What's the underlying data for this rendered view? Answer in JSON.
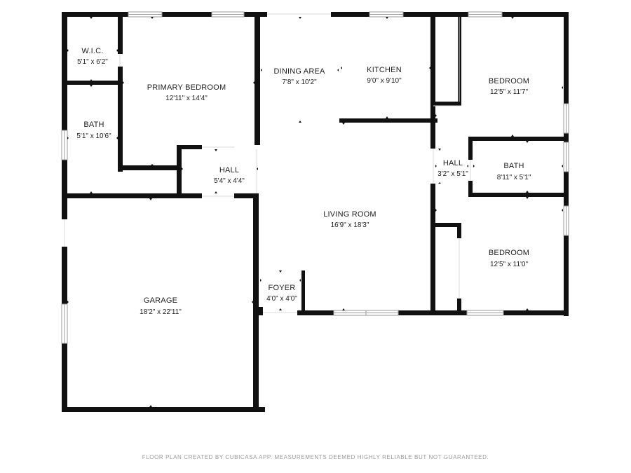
{
  "rooms": {
    "wic": {
      "name": "W.I.C.",
      "dims": "5'1\" x 6'2\""
    },
    "primary_bedroom": {
      "name": "PRIMARY BEDROOM",
      "dims": "12'11\" x 14'4\""
    },
    "bath_primary": {
      "name": "BATH",
      "dims": "5'1\" x 10'6\""
    },
    "hall_left": {
      "name": "HALL",
      "dims": "5'4\" x 4'4\""
    },
    "dining_area": {
      "name": "DINING AREA",
      "dims": "7'8\" x 10'2\""
    },
    "kitchen": {
      "name": "KITCHEN",
      "dims": "9'0\" x 9'10\""
    },
    "bedroom_top": {
      "name": "BEDROOM",
      "dims": "12'5\" x 11'7\""
    },
    "hall_right": {
      "name": "HALL",
      "dims": "3'2\" x 5'1\""
    },
    "bath_right": {
      "name": "BATH",
      "dims": "8'11\" x 5'1\""
    },
    "living_room": {
      "name": "LIVING ROOM",
      "dims": "16'9\" x 18'3\""
    },
    "bedroom_bottom": {
      "name": "BEDROOM",
      "dims": "12'5\" x 11'0\""
    },
    "foyer": {
      "name": "FOYER",
      "dims": "4'0\" x 4'0\""
    },
    "garage": {
      "name": "GARAGE",
      "dims": "18'2\" x 22'11\""
    }
  },
  "footer": {
    "text": "FLOOR PLAN CREATED BY CUBICASA APP. MEASUREMENTS DEEMED HIGHLY RELIABLE BUT NOT GUARANTEED."
  }
}
